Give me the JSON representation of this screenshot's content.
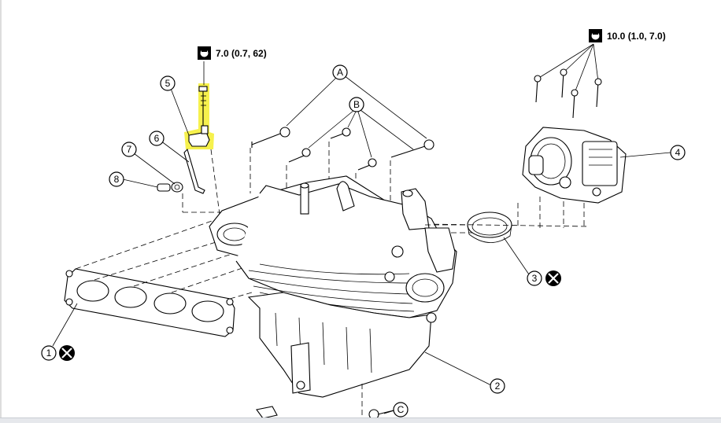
{
  "callouts": {
    "c1": "1",
    "c2": "2",
    "c3": "3",
    "c4": "4",
    "c5": "5",
    "c6": "6",
    "c7": "7",
    "c8": "8",
    "cA": "A",
    "cB": "B",
    "cC": "C"
  },
  "torque": {
    "t_sensor": "7.0 (0.7, 62)",
    "t_throttle": "10.0 (1.0, 7.0)"
  },
  "icons": {
    "torque_wrench": "torque-wrench-icon",
    "do_not_reuse": "do-not-reuse-icon"
  },
  "colors": {
    "highlight": "#f5f03a"
  }
}
